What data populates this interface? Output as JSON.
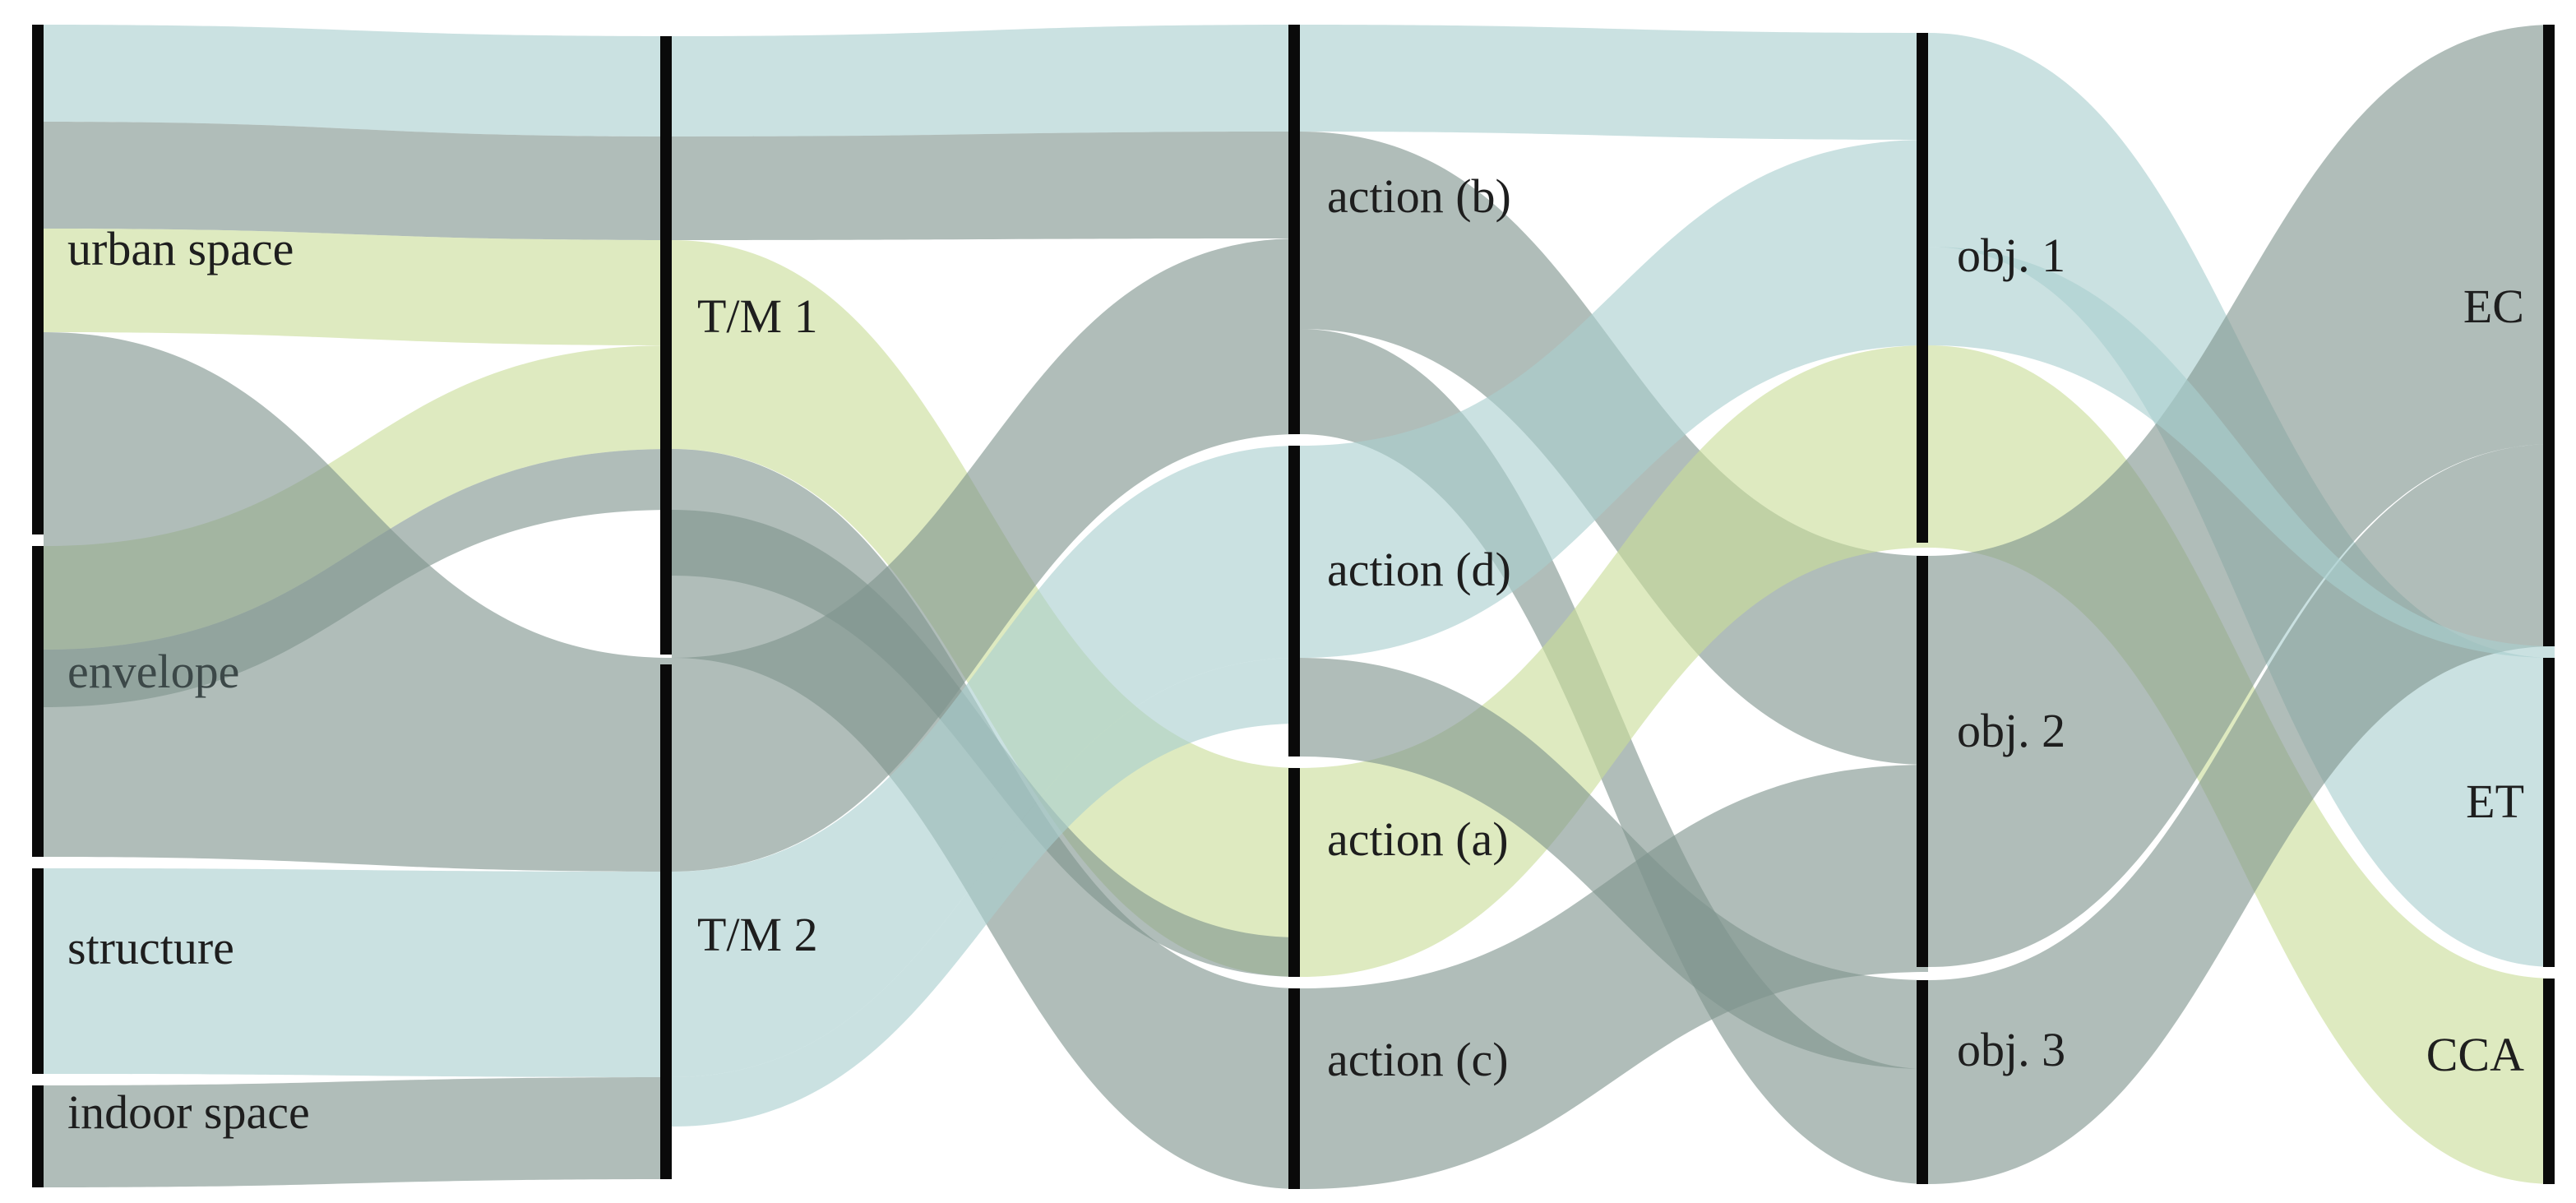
{
  "colors": {
    "teal": "#a9cfcf",
    "grey": "#7f948e",
    "yellow": "#c9dd9a",
    "bar": "#0a0a0a"
  },
  "columns": [
    {
      "id": "c0",
      "nodes": [
        {
          "id": "teal0",
          "label": ""
        },
        {
          "id": "grey0",
          "label": ""
        },
        {
          "id": "us",
          "label": "urban space"
        },
        {
          "id": "env",
          "label": "envelope"
        },
        {
          "id": "str",
          "label": "structure"
        },
        {
          "id": "ind",
          "label": "indoor space"
        }
      ]
    },
    {
      "id": "c1",
      "nodes": [
        {
          "id": "tm1",
          "label": "T/M 1"
        },
        {
          "id": "tm2",
          "label": "T/M 2"
        }
      ]
    },
    {
      "id": "c2",
      "nodes": [
        {
          "id": "aTop",
          "label": ""
        },
        {
          "id": "ab",
          "label": "action (b)"
        },
        {
          "id": "ad",
          "label": "action (d)"
        },
        {
          "id": "aa",
          "label": "action (a)"
        },
        {
          "id": "ac",
          "label": "action (c)"
        }
      ]
    },
    {
      "id": "c3",
      "nodes": [
        {
          "id": "o1",
          "label": "obj. 1"
        },
        {
          "id": "o2",
          "label": "obj. 2"
        },
        {
          "id": "o3",
          "label": "obj. 3"
        }
      ]
    },
    {
      "id": "c4",
      "nodes": [
        {
          "id": "ec",
          "label": "EC"
        },
        {
          "id": "et",
          "label": "ET"
        },
        {
          "id": "cca",
          "label": "CCA"
        }
      ]
    }
  ],
  "flows": [
    {
      "from": "teal0",
      "to": "tm1",
      "color": "teal"
    },
    {
      "from": "grey0",
      "to": "tm1",
      "color": "grey"
    },
    {
      "from": "us",
      "to": "tm1",
      "color": "yellow"
    },
    {
      "from": "env",
      "to": "tm1",
      "color": "yellow"
    },
    {
      "from": "env",
      "to": "tm1",
      "color": "grey"
    },
    {
      "from": "env",
      "to": "tm2",
      "color": "grey"
    },
    {
      "from": "str",
      "to": "tm2",
      "color": "teal"
    },
    {
      "from": "ind",
      "to": "tm2",
      "color": "grey"
    },
    {
      "from": "tm1",
      "to": "aTop",
      "color": "teal"
    },
    {
      "from": "tm1",
      "to": "ab",
      "color": "grey"
    },
    {
      "from": "tm1",
      "to": "aa",
      "color": "yellow"
    },
    {
      "from": "tm1",
      "to": "ac",
      "color": "grey"
    },
    {
      "from": "tm1",
      "to": "aa",
      "color": "grey"
    },
    {
      "from": "tm2",
      "to": "ab",
      "color": "grey"
    },
    {
      "from": "tm2",
      "to": "ad",
      "color": "teal"
    },
    {
      "from": "tm2",
      "to": "aa",
      "color": "teal"
    },
    {
      "from": "aTop",
      "to": "o1",
      "color": "teal"
    },
    {
      "from": "ab",
      "to": "o2",
      "color": "grey"
    },
    {
      "from": "ab",
      "to": "o3",
      "color": "grey"
    },
    {
      "from": "ad",
      "to": "o1",
      "color": "teal"
    },
    {
      "from": "aa",
      "to": "o1",
      "color": "yellow"
    },
    {
      "from": "aa",
      "to": "o3",
      "color": "grey"
    },
    {
      "from": "ac",
      "to": "o2",
      "color": "grey"
    },
    {
      "from": "o1",
      "to": "et",
      "color": "teal"
    },
    {
      "from": "o1",
      "to": "cca",
      "color": "yellow"
    },
    {
      "from": "o2",
      "to": "ec",
      "color": "grey"
    },
    {
      "from": "o3",
      "to": "ec",
      "color": "grey"
    },
    {
      "from": "o1",
      "to": "ec",
      "color": "teal"
    }
  ]
}
